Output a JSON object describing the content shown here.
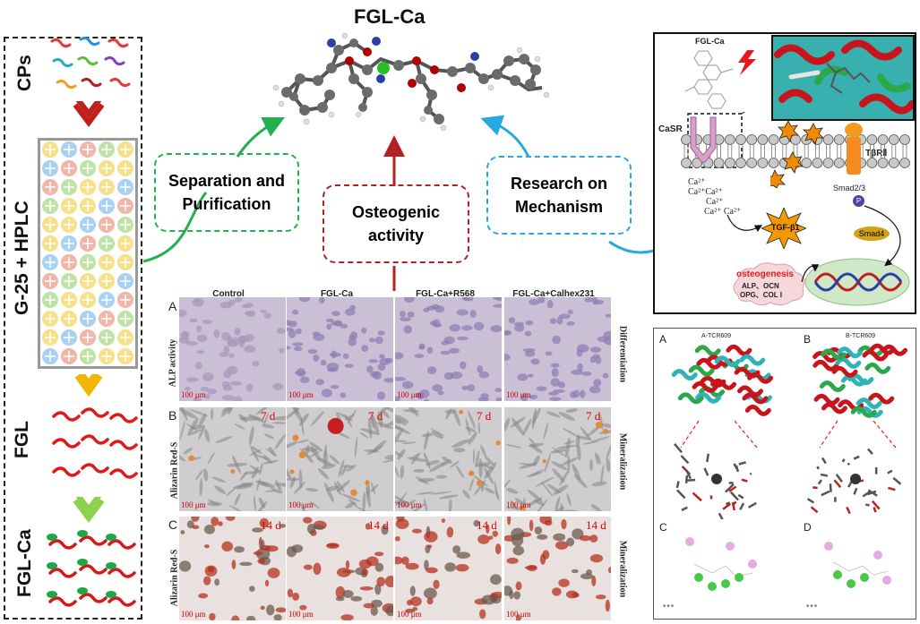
{
  "title": "FGL-Ca",
  "left_labels": {
    "cps": "CPs",
    "g25": "G-25 + HPLC",
    "fgl": "FGL",
    "fglca": "FGL-Ca"
  },
  "bubbles": {
    "separation": [
      "Separation and",
      "Purification"
    ],
    "osteogenic": [
      "Osteogenic",
      "activity"
    ],
    "research": [
      "Research on",
      "Mechanism"
    ]
  },
  "micro_panel": {
    "columns": [
      "Control",
      "FGL-Ca",
      "FGL-Ca+R568",
      "FGL-Ca+Calhex231"
    ],
    "rows": [
      {
        "letter": "A",
        "label": "ALP activity",
        "right": "Differentiation",
        "day": ""
      },
      {
        "letter": "B",
        "label": "Alizarin Red-S",
        "right": "Mineralization",
        "day": "7 d"
      },
      {
        "letter": "C",
        "label": "Alizarin Red-S",
        "right": "Mineralization",
        "day": "14 d"
      }
    ],
    "scale": "100 μm"
  },
  "mechanism": {
    "fglca": "FGL-Ca",
    "casr": "CaSR",
    "tbr": "TβRⅡ",
    "ca_ions": [
      "Ca²⁺",
      "Ca²⁺Ca²⁺",
      "Ca²⁺",
      "Ca²⁺ Ca²⁺"
    ],
    "smad23": "Smad2/3",
    "p": "P",
    "smad4": "Smad4",
    "tgf": "TGF-β1",
    "osteogenesis": "osteogenesis",
    "markers": [
      "ALP、OCN",
      "OPG、COL Ⅰ"
    ]
  },
  "docking": {
    "a": "A",
    "b": "B",
    "c": "C",
    "d": "D",
    "a_title": "A-TCR609",
    "b_title": "B-TCR609"
  },
  "colors": {
    "green": "#22b14c",
    "red": "#b22222",
    "blue": "#26a9e0"
  }
}
